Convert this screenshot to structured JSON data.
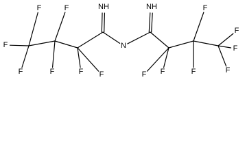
{
  "molecule": {
    "atoms": [
      {
        "id": "n1",
        "element": "N",
        "label": "NH"
      },
      {
        "id": "n2",
        "element": "N",
        "label": "N"
      },
      {
        "id": "n3",
        "element": "N",
        "label": "NH"
      },
      {
        "id": "f1",
        "element": "F",
        "label": "F"
      },
      {
        "id": "f2",
        "element": "F",
        "label": "F"
      },
      {
        "id": "f3",
        "element": "F",
        "label": "F"
      },
      {
        "id": "f4",
        "element": "F",
        "label": "F"
      },
      {
        "id": "f5",
        "element": "F",
        "label": "F"
      },
      {
        "id": "f6",
        "element": "F",
        "label": "F"
      },
      {
        "id": "f7",
        "element": "F",
        "label": "F"
      },
      {
        "id": "f8",
        "element": "F",
        "label": "F"
      },
      {
        "id": "f9",
        "element": "F",
        "label": "F"
      },
      {
        "id": "f10",
        "element": "F",
        "label": "F"
      },
      {
        "id": "f11",
        "element": "F",
        "label": "F"
      },
      {
        "id": "f12",
        "element": "F",
        "label": "F"
      },
      {
        "id": "f13",
        "element": "F",
        "label": "F"
      },
      {
        "id": "f14",
        "element": "F",
        "label": "F"
      },
      {
        "id": "c1",
        "element": "C",
        "label": ""
      },
      {
        "id": "c2",
        "element": "C",
        "label": ""
      },
      {
        "id": "c3",
        "element": "C",
        "label": ""
      },
      {
        "id": "c4",
        "element": "C",
        "label": ""
      },
      {
        "id": "c5",
        "element": "C",
        "label": ""
      },
      {
        "id": "c6",
        "element": "C",
        "label": ""
      },
      {
        "id": "c7",
        "element": "C",
        "label": ""
      },
      {
        "id": "c8",
        "element": "C",
        "label": ""
      }
    ],
    "bonds": [
      {
        "a": "c1",
        "b": "c2",
        "order": 1
      },
      {
        "a": "c2",
        "b": "c3",
        "order": 1
      },
      {
        "a": "c3",
        "b": "c4",
        "order": 1
      },
      {
        "a": "c4",
        "b": "n1",
        "order": 2
      },
      {
        "a": "c4",
        "b": "n2",
        "order": 1
      },
      {
        "a": "n2",
        "b": "c5",
        "order": 1
      },
      {
        "a": "c5",
        "b": "n3",
        "order": 2
      },
      {
        "a": "c5",
        "b": "c6",
        "order": 1
      },
      {
        "a": "c6",
        "b": "c7",
        "order": 1
      },
      {
        "a": "c7",
        "b": "c8",
        "order": 1
      },
      {
        "a": "c1",
        "b": "f1",
        "order": 1
      },
      {
        "a": "c1",
        "b": "f2",
        "order": 1
      },
      {
        "a": "c1",
        "b": "f3",
        "order": 1
      },
      {
        "a": "c2",
        "b": "f4",
        "order": 1
      },
      {
        "a": "c2",
        "b": "f5",
        "order": 1
      },
      {
        "a": "c3",
        "b": "f6",
        "order": 1
      },
      {
        "a": "c3",
        "b": "f7",
        "order": 1
      },
      {
        "a": "c6",
        "b": "f8",
        "order": 1
      },
      {
        "a": "c6",
        "b": "f9",
        "order": 1
      },
      {
        "a": "c7",
        "b": "f10",
        "order": 1
      },
      {
        "a": "c7",
        "b": "f11",
        "order": 1
      },
      {
        "a": "c8",
        "b": "f12",
        "order": 1
      },
      {
        "a": "c8",
        "b": "f13",
        "order": 1
      },
      {
        "a": "c8",
        "b": "f14",
        "order": 1
      }
    ]
  }
}
